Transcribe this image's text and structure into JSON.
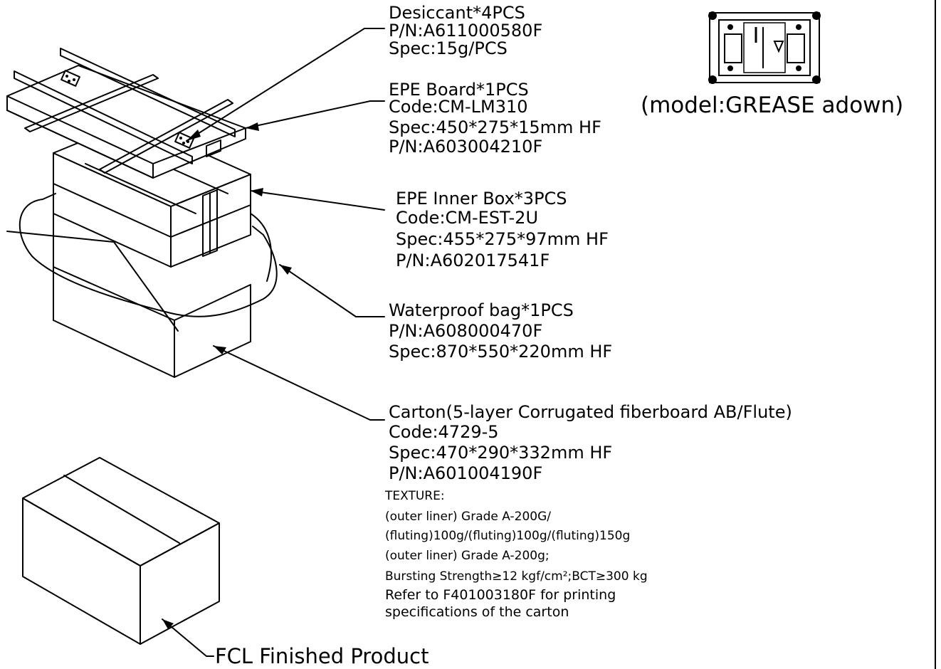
{
  "desiccant": {
    "name": "Desiccant*4PCS",
    "pn": "P/N:A611000580F",
    "spec": "Spec:15g/PCS"
  },
  "epe_board": {
    "name": "EPE Board*1PCS",
    "code": "Code:CM-LM310",
    "spec": "Spec:450*275*15mm HF",
    "pn": "P/N:A603004210F"
  },
  "epe_inner_box": {
    "name": "EPE Inner Box*3PCS",
    "code": "Code:CM-EST-2U",
    "spec": "Spec:455*275*97mm HF",
    "pn": "P/N:A602017541F"
  },
  "waterproof_bag": {
    "name": "Waterproof bag*1PCS",
    "pn": "P/N:A608000470F",
    "spec": "Spec:870*550*220mm HF"
  },
  "carton": {
    "name": "Carton(5-layer Corrugated fiberboard AB/Flute)",
    "code": "Code:4729-5",
    "spec": "Spec:470*290*332mm HF",
    "pn": "P/N:A601004190F",
    "texture_title": "TEXTURE:",
    "texture_lines": [
      "(outer liner) Grade A-200G/",
      "(fluting)100g/(fluting)100g/(fluting)150g",
      "(outer liner) Grade A-200g;",
      "Bursting Strength≥12 kgf/cm²;BCT≥300 kg"
    ],
    "refer_lines": [
      "Refer to F401003180F for printing",
      "specifications of the carton"
    ]
  },
  "model_label": "(model:GREASE adown)",
  "fcl_label": "FCL Finished Product"
}
